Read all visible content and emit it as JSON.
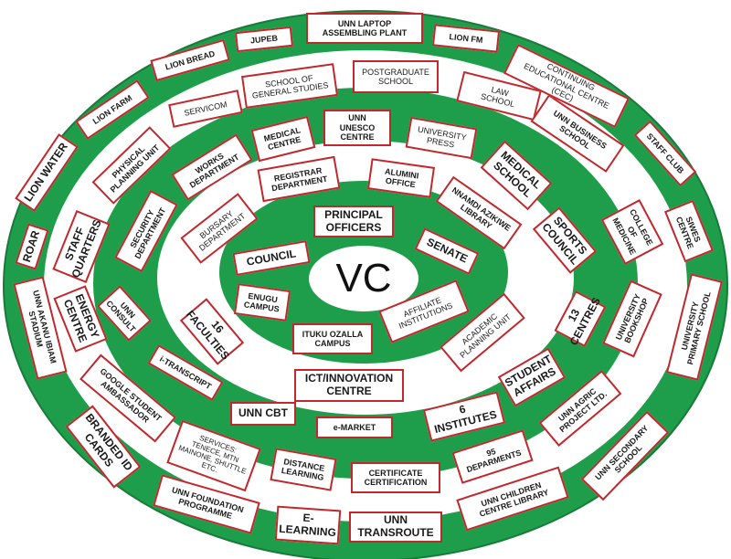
{
  "colors": {
    "ring_green": "#1e9e4a",
    "ring_white": "#ffffff",
    "ring_outline": "#1a7a3a",
    "box_border": "#c0282d",
    "text": "#1a1a1a"
  },
  "center": {
    "label": "VC"
  },
  "inner_ring": {
    "principal_officers": "PRINCIPAL\nOFFICERS",
    "council": "COUNCIL",
    "senate": "SENATE",
    "enugu_campus": "ENUGU\nCAMPUS",
    "ituku_ozalla_campus": "ITUKU OZALLA\nCAMPUS",
    "affiliate_institutions": "AFFILIATE\nINSTITUTIONS"
  },
  "ring2": {
    "bursary_department": "BURSARY\nDEPARTMENT",
    "registrar_department": "REGISTRAR\nDEPARTMENT",
    "alumini_office": "ALUMINI\nOFFICE",
    "nnamdi_azikiwe_library": "NNAMDI AZIKIWE\nLIBRARY",
    "sports_council": "SPORTS\nCOUNCIL",
    "faculties_16": "16\nFACULTIES",
    "unn_consult": "UNN\nCONSULT",
    "academic_planning_unit": "ACADEMIC\nPLANNING UNIT",
    "centres_13": "13\nCENTRES",
    "student_affairs": "STUDENT\nAFFAIRS",
    "ict_innovation_centre": "ICT/INNOVATION\nCENTRE",
    "i_transcript": "i-TRANSCRIPT"
  },
  "ring3": {
    "physical_planning_unit": "PHYSICAL\nPLANNING UNIT",
    "works_department": "WORKS\nDEPARTMENT",
    "medical_centre": "MEDICAL\nCENTRE",
    "unn_unesco_centre": "UNN\nUNESCO\nCENTRE",
    "university_press": "UNIVERSITY\nPRESS",
    "medical_school": "MEDICAL\nSCHOOL",
    "security_department": "SECURITY\nDEPARTMENT",
    "college_of_medicine": "COLLEGE\nOF\nMEDICINE",
    "staff_quarters": "STAFF\nQUARTERS",
    "energy_centre": "ENERGY\nCENTRE",
    "university_bookshop": "UNIVERSITY\nBOOKSHOP",
    "google_student_ambassador": "GOOGLE STUDENT\nAMBASSADOR",
    "unn_cbt": "UNN CBT",
    "e_market": "e-MARKET",
    "institutes_6": "6\nINSTITUTES",
    "unn_agric_project": "UNN AGRIC\nPROJECT LTD.",
    "departments_95": "95\nDEPARMENTS",
    "services": "SERVICES:\nTENECE, MTN\nMAINONE, SHUTTLE\nETC.",
    "distance_learning": "DISTANCE\nLEARNING",
    "certificate_certification": "CERTIFICATE\nCERTIFICATION",
    "servicom": "SERVICOM",
    "school_of_general_studies": "SCHOOL OF\nGENERAL STUDIES",
    "postgraduate_school": "POSTGRADUATE\nSCHOOL",
    "law_school": "LAW\nSCHOOL",
    "unn_business_school": "UNN BUSINESS\nSCHOOL"
  },
  "outer_ring": {
    "unn_laptop_assembling_plant": "UNN LAPTOP\nASSEMBLING PLANT",
    "jupeb": "JUPEB",
    "lion_bread": "LION BREAD",
    "lion_fm": "LION FM",
    "continuing_educational_centre": "CONTINUING\nEDUCATIONAL CENTRE (CEC)",
    "lion_farm": "LION FARM",
    "staff_club": "STAFF CLUB",
    "lion_water": "LION WATER",
    "siwes_centre": "SIWES\nCENTRE",
    "roar": "ROAR",
    "unn_akanu_ibiam_stadium": "UNN AKANU IBIAM\nSTADIUM",
    "university_primary_school": "UNIVERSITY\nPRIMARY SCHOOL",
    "branded_id_cards": "BRANDED ID\nCARDS",
    "unn_secondary_school": "UNN SECONDARY\nSCHOOL",
    "unn_foundation_programme": "UNN FOUNDATION\nPROGRAMME",
    "e_learning": "E-\nLEARNING",
    "unn_transroute": "UNN\nTRANSROUTE",
    "unn_children_centre_library": "UNN CHILDREN\nCENTRE LIBRARY"
  }
}
